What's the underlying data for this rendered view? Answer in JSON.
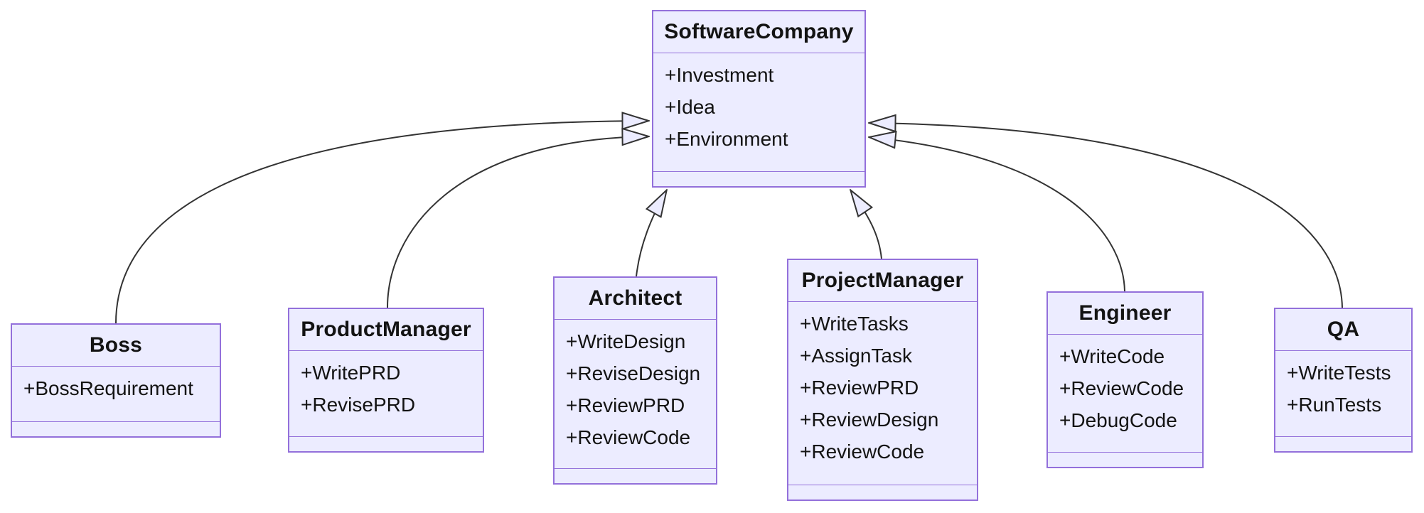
{
  "diagram": {
    "type": "uml-class-diagram",
    "background": "#FFFFFF",
    "colors": {
      "class_fill": "#ECECFF",
      "class_border": "#9370DB",
      "edge_line": "#333333",
      "text": "#131313"
    },
    "classes": {
      "software_company": {
        "name": "SoftwareCompany",
        "attributes": [
          "+Investment",
          "+Idea",
          "+Environment"
        ]
      },
      "boss": {
        "name": "Boss",
        "attributes": [
          "+BossRequirement"
        ]
      },
      "product_manager": {
        "name": "ProductManager",
        "attributes": [
          "+WritePRD",
          "+RevisePRD"
        ]
      },
      "architect": {
        "name": "Architect",
        "attributes": [
          "+WriteDesign",
          "+ReviseDesign",
          "+ReviewPRD",
          "+ReviewCode"
        ]
      },
      "project_manager": {
        "name": "ProjectManager",
        "attributes": [
          "+WriteTasks",
          "+AssignTask",
          "+ReviewPRD",
          "+ReviewDesign",
          "+ReviewCode"
        ]
      },
      "engineer": {
        "name": "Engineer",
        "attributes": [
          "+WriteCode",
          "+ReviewCode",
          "+DebugCode"
        ]
      },
      "qa": {
        "name": "QA",
        "attributes": [
          "+WriteTests",
          "+RunTests"
        ]
      }
    },
    "relationships": [
      {
        "from": "Boss",
        "to": "SoftwareCompany",
        "type": "inheritance"
      },
      {
        "from": "ProductManager",
        "to": "SoftwareCompany",
        "type": "inheritance"
      },
      {
        "from": "Architect",
        "to": "SoftwareCompany",
        "type": "inheritance"
      },
      {
        "from": "ProjectManager",
        "to": "SoftwareCompany",
        "type": "inheritance"
      },
      {
        "from": "Engineer",
        "to": "SoftwareCompany",
        "type": "inheritance"
      },
      {
        "from": "QA",
        "to": "SoftwareCompany",
        "type": "inheritance"
      }
    ]
  }
}
